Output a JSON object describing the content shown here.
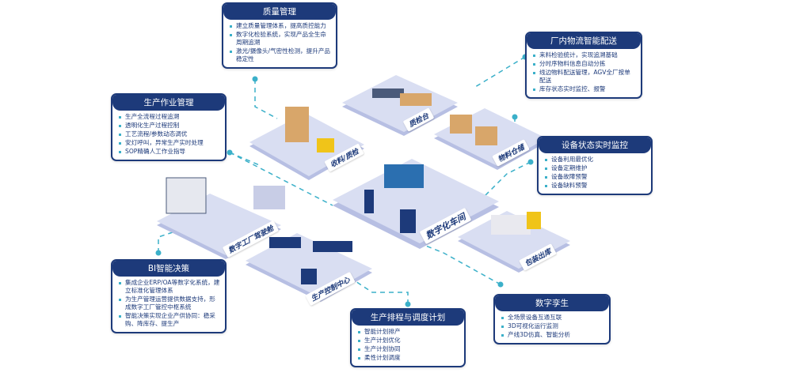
{
  "boxes": {
    "quality": {
      "title": "质量管理",
      "items": [
        "建立质量管理体系，提高质控能力",
        "数字化检验系统，实现产品全生命周期追溯",
        "激光/摄像头/气密性检测，提升产品稳定性"
      ]
    },
    "production": {
      "title": "生产作业管理",
      "items": [
        "生产全流程过程追溯",
        "透明化生产过程控制",
        "工艺流程/参数动态调优",
        "安灯呼叫，异常生产实时处理",
        "SOP精确人工作业指导"
      ]
    },
    "logistics": {
      "title": "厂内物流智能配送",
      "items": [
        "来料检验统计，实现追溯基础",
        "分时序物料信息自动分拣",
        "线边物料配送管理，AGV全厂按单配送",
        "库存状态实时监控、报警"
      ]
    },
    "equipment": {
      "title": "设备状态实时监控",
      "items": [
        "设备利用最优化",
        "设备定期维护",
        "设备故障预警",
        "设备缺料预警"
      ]
    },
    "bi": {
      "title": "BI智能决策",
      "items": [
        "集成企业ERP/OA等数字化系统，建立标准化管理体系",
        "为生产管理运营提供数据支持，形成数字工厂管控中枢系统",
        "智能决策实现企业产供协同：稳采购、降库存、提生产"
      ]
    },
    "schedule": {
      "title": "生产排程与调度计划",
      "items": [
        "智能计划排产",
        "生产计划优化",
        "生产计划协同",
        "柔性计划调度"
      ]
    },
    "twin": {
      "title": "数字孪生",
      "items": [
        "全场景设备互通互联",
        "3D可视化运行监测",
        "产线3D仿真、智能分析"
      ]
    }
  },
  "platforms": {
    "inspection": "质检台",
    "receiving": "收料/质检",
    "storage": "物料仓储",
    "workshop": "数字化车间",
    "shipping": "包装出库",
    "cockpit": "数字工厂驾驶舱",
    "control": "生产控制中心"
  },
  "colors": {
    "navy": "#1d3a7a",
    "teal": "#3bb0c9",
    "platform": "#d9def2",
    "platform_edge": "#b7bfe3"
  }
}
